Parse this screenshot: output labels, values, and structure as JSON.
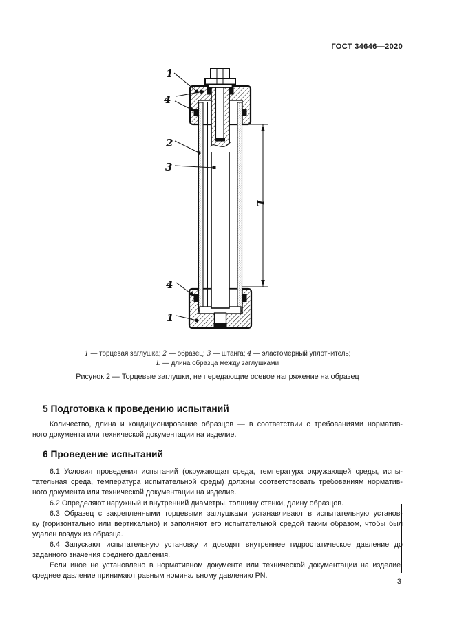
{
  "page": {
    "doc_number": "ГОСТ 34646—2020",
    "page_number": "3"
  },
  "figure": {
    "callouts": {
      "top_plug": "1",
      "top_seal": "4",
      "specimen": "2",
      "rod": "3",
      "bottom_seal": "4",
      "bottom_plug": "1"
    },
    "dimension_label": "L",
    "legend": {
      "line1": [
        {
          "text": "1",
          "italic": true
        },
        {
          "text": " — торцевая заглушка; ",
          "italic": false
        },
        {
          "text": "2",
          "italic": true
        },
        {
          "text": " — образец; ",
          "italic": false
        },
        {
          "text": "3",
          "italic": true
        },
        {
          "text": " — штанга; ",
          "italic": false
        },
        {
          "text": "4",
          "italic": true
        },
        {
          "text": " — эластомерный уплотнитель;",
          "italic": false
        }
      ],
      "line2": [
        {
          "text": "L",
          "italic": true
        },
        {
          "text": " — длина образца между заглушками",
          "italic": false
        }
      ]
    },
    "caption": "Рисунок 2 — Торцевые заглушки, не передающие осевое напряжение на образец"
  },
  "sections": [
    {
      "heading": "5 Подготовка к проведению испытаний",
      "paragraphs": [
        {
          "lines": [
            "Количество, длина и кондиционирование образцов — в соответствии с требованиями норматив-",
            "ного документа или технической документации на изделие."
          ]
        }
      ]
    },
    {
      "heading": "6 Проведение испытаний",
      "paragraphs": [
        {
          "lines": [
            "6.1 Условия проведения испытаний (окружающая среда, температура окружающей среды, испы-",
            "тательная среда, температура испытательной среды) должны соответствовать требованиям норматив-",
            "ного документа или технической документации на изделие."
          ]
        },
        {
          "lines": [
            "6.2 Определяют наружный и внутренний диаметры, толщину стенки, длину образцов."
          ]
        },
        {
          "lines": [
            "6.3 Образец с закрепленными торцевыми заглушками устанавливают в испытательную установ-",
            "ку (горизонтально или вертикально) и заполняют его испытательной средой таким образом, чтобы был",
            "удален воздух из образца."
          ]
        },
        {
          "lines": [
            "6.4 Запускают испытательную установку и доводят внутреннее гидростатическое давление до",
            "заданного значения среднего давления."
          ]
        },
        {
          "lines": [
            "Если иное не установлено в нормативном документе или технической документации на изделие,",
            "среднее давление принимают равным номинальному давлению PN."
          ]
        }
      ]
    }
  ],
  "colors": {
    "ink": "#111111",
    "text": "#1c1c1c",
    "paper": "#ffffff"
  }
}
